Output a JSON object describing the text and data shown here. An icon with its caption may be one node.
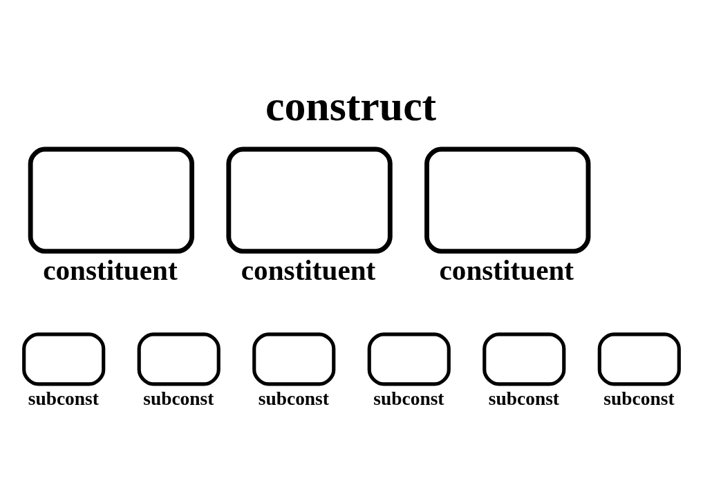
{
  "diagram": {
    "title": "construct",
    "nodes": [
      {
        "text": [
          "constituent"
        ]
      },
      {
        "text": [
          "constituent"
        ]
      },
      {
        "text": [
          "constituent"
        ]
      },
      {
        "text": [
          "subconst"
        ]
      },
      {
        "text": [
          "subconst"
        ]
      },
      {
        "text": [
          "subconst"
        ]
      },
      {
        "text": [
          "subconst"
        ]
      },
      {
        "text": [
          "subconst"
        ]
      },
      {
        "text": [
          "subconst"
        ]
      }
    ],
    "edges": []
  }
}
